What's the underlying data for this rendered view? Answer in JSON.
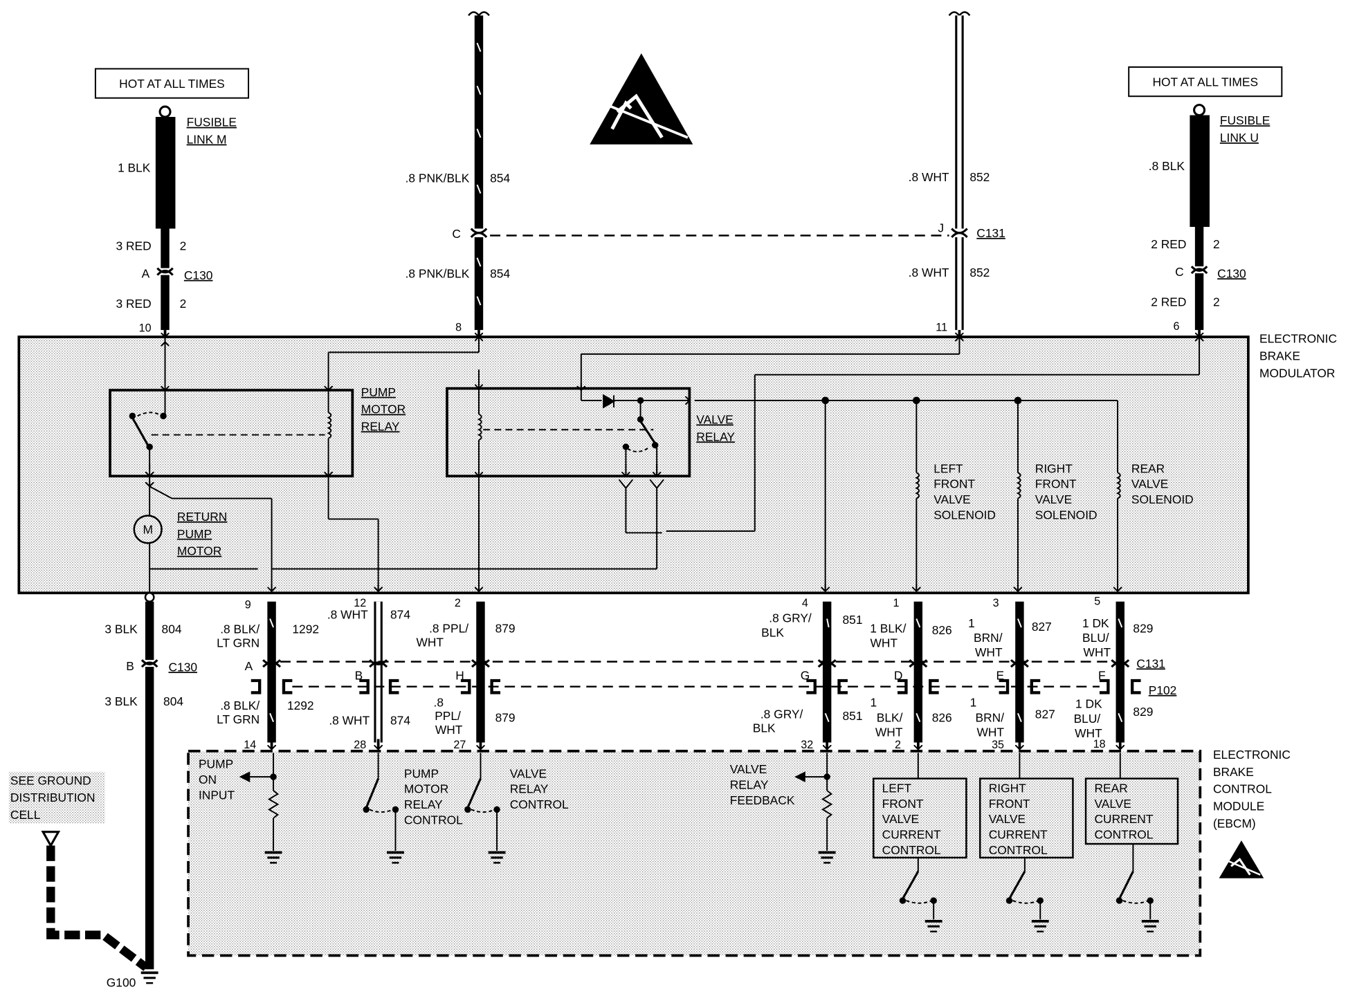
{
  "hot_boxes": [
    {
      "id": "hot-left",
      "text": "HOT AT ALL TIMES"
    },
    {
      "id": "hot-right",
      "text": "HOT AT ALL TIMES"
    }
  ],
  "fusible_links": [
    {
      "id": "fl-m",
      "name": [
        "FUSIBLE",
        "LINK M"
      ],
      "wire": "1 BLK"
    },
    {
      "id": "fl-u",
      "name": [
        "FUSIBLE",
        "LINK U"
      ],
      "wire": ".8 BLK"
    }
  ],
  "top_wires": [
    {
      "id": "w-10",
      "upper_label": "3 RED",
      "upper_circuit": "2",
      "connector_letter": "A",
      "connector_name": "C130",
      "lower_label": "3 RED",
      "lower_circuit": "2",
      "pin": "10"
    },
    {
      "id": "w-8",
      "upper_label": ".8 PNK/BLK",
      "upper_circuit": "854",
      "connector_letter": "C",
      "connector_name": "",
      "lower_label": ".8 PNK/BLK",
      "lower_circuit": "854",
      "pin": "8"
    },
    {
      "id": "w-11",
      "upper_label": ".8 WHT",
      "upper_circuit": "852",
      "connector_letter": "J",
      "connector_name": "C131",
      "lower_label": ".8 WHT",
      "lower_circuit": "852",
      "pin": "11"
    },
    {
      "id": "w-6",
      "upper_label": "2 RED",
      "upper_circuit": "2",
      "connector_letter": "C",
      "connector_name": "C130",
      "lower_label": "2 RED",
      "lower_circuit": "2",
      "pin": "6"
    }
  ],
  "modulator": {
    "name": [
      "ELECTRONIC",
      "BRAKE",
      "MODULATOR"
    ],
    "pump_motor_relay": [
      "PUMP",
      "MOTOR",
      "RELAY"
    ],
    "valve_relay": [
      "VALVE",
      "RELAY"
    ],
    "return_pump_motor": [
      "RETURN",
      "PUMP",
      "MOTOR"
    ],
    "motor_symbol": "M",
    "solenoids": [
      {
        "id": "lf",
        "label": [
          "LEFT",
          "FRONT",
          "VALVE",
          "SOLENOID"
        ]
      },
      {
        "id": "rf",
        "label": [
          "RIGHT",
          "FRONT",
          "VALVE",
          "SOLENOID"
        ]
      },
      {
        "id": "rr",
        "label": [
          "REAR",
          "VALVE",
          "SOLENOID"
        ]
      }
    ]
  },
  "ground_wire": {
    "upper_label": "3 BLK",
    "upper_circuit": "804",
    "connector_letter": "B",
    "connector_name": "C130",
    "lower_label": "3 BLK",
    "lower_circuit": "804",
    "ground": "G100"
  },
  "ground_reference": [
    "SEE GROUND",
    "DISTRIBUTION",
    "CELL"
  ],
  "bottom_wires": [
    {
      "id": "b-9",
      "top_pin": "9",
      "upper_label": [
        ".8 BLK/",
        "LT GRN"
      ],
      "upper_circuit": "1292",
      "letter": "A",
      "lower_label": [
        ".8 BLK/",
        "LT GRN"
      ],
      "lower_circuit": "1292",
      "bottom_pin": "14"
    },
    {
      "id": "b-12",
      "top_pin": "12",
      "upper_label": [
        ".8 WHT"
      ],
      "upper_circuit": "874",
      "letter": "B",
      "lower_label": [
        ".8 WHT"
      ],
      "lower_circuit": "874",
      "bottom_pin": "28"
    },
    {
      "id": "b-2",
      "top_pin": "2",
      "upper_label": [
        ".8 PPL/",
        "WHT"
      ],
      "upper_circuit": "879",
      "letter": "H",
      "lower_label": [
        ".8",
        "PPL/",
        "WHT"
      ],
      "lower_circuit": "879",
      "bottom_pin": "27"
    },
    {
      "id": "b-4",
      "top_pin": "4",
      "upper_label": [
        ".8 GRY/",
        "BLK"
      ],
      "upper_circuit": "851",
      "letter": "G",
      "lower_label": [
        ".8 GRY/",
        "BLK"
      ],
      "lower_circuit": "851",
      "bottom_pin": "32"
    },
    {
      "id": "b-1",
      "top_pin": "1",
      "upper_label": [
        "1 BLK/",
        "WHT"
      ],
      "upper_circuit": "826",
      "letter": "D",
      "lower_label": [
        "1",
        "BLK/",
        "WHT"
      ],
      "lower_circuit": "826",
      "bottom_pin": "2"
    },
    {
      "id": "b-3",
      "top_pin": "3",
      "upper_label": [
        "1",
        "BRN/",
        "WHT"
      ],
      "upper_circuit": "827",
      "letter": "E",
      "lower_label": [
        "1",
        "BRN/",
        "WHT"
      ],
      "lower_circuit": "827",
      "bottom_pin": "35"
    },
    {
      "id": "b-5",
      "top_pin": "5",
      "upper_label": [
        "1 DK",
        "BLU/",
        "WHT"
      ],
      "upper_circuit": "829",
      "letter": "F",
      "lower_label": [
        "1 DK",
        "BLU/",
        "WHT"
      ],
      "lower_circuit": "829",
      "bottom_pin": "18"
    }
  ],
  "bottom_connectors": {
    "c131": "C131",
    "p102": "P102"
  },
  "ebcm": {
    "name": [
      "ELECTRONIC",
      "BRAKE",
      "CONTROL",
      "MODULE",
      "(EBCM)"
    ],
    "pump_on_input": [
      "PUMP",
      "ON",
      "INPUT"
    ],
    "pump_motor_relay_control": [
      "PUMP",
      "MOTOR",
      "RELAY",
      "CONTROL"
    ],
    "valve_relay_control": [
      "VALVE",
      "RELAY",
      "CONTROL"
    ],
    "valve_relay_feedback": [
      "VALVE",
      "RELAY",
      "FEEDBACK"
    ],
    "current_controls": [
      {
        "id": "lf",
        "label": [
          "LEFT",
          "FRONT",
          "VALVE",
          "CURRENT",
          "CONTROL"
        ]
      },
      {
        "id": "rf",
        "label": [
          "RIGHT",
          "FRONT",
          "VALVE",
          "CURRENT",
          "CONTROL"
        ]
      },
      {
        "id": "rr",
        "label": [
          "REAR",
          "VALVE",
          "CURRENT",
          "CONTROL"
        ]
      }
    ]
  }
}
